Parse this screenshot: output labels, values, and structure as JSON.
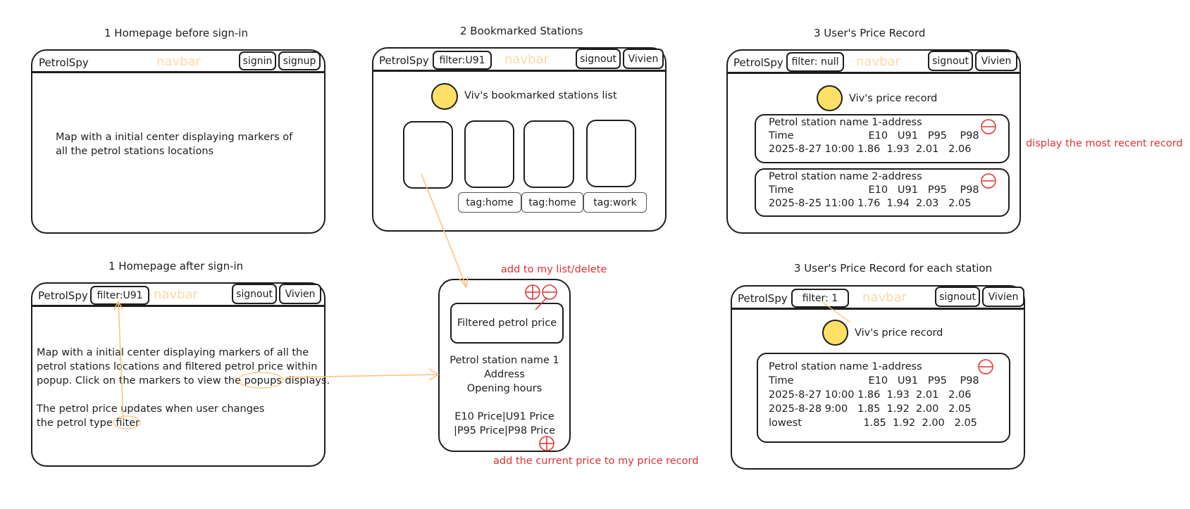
{
  "common": {
    "logo": "PetrolSpy",
    "navbar_word": "navbar",
    "signin": "signin",
    "signup": "signup",
    "signout": "signout",
    "user": "Vivien"
  },
  "panel1": {
    "title": "1 Homepage before sign-in",
    "desc_line1": "Map with a initial center displaying markers of",
    "desc_line2": "all the petrol stations locations"
  },
  "panel2": {
    "title": "2 Bookmarked Stations",
    "filter": "filter:U91",
    "heading": "Viv's bookmarked stations list",
    "tags": [
      "tag:home",
      "tag:home",
      "tag:work"
    ]
  },
  "panel3": {
    "title": "3 User's Price Record",
    "filter": "filter: null",
    "heading": "Viv's price record",
    "records": [
      {
        "name": "Petrol station name 1-address",
        "header": "Time                       E10   U91   P95    P98",
        "row": "2025-8-27 10:00 1.86  1.93  2.01   2.06"
      },
      {
        "name": "Petrol station name 2-address",
        "header": "Time                       E10   U91   P95    P98",
        "row": "2025-8-25 11:00 1.76  1.94  2.03   2.05"
      }
    ],
    "note": "display the most recent record"
  },
  "panel4": {
    "title": "1 Homepage after sign-in",
    "filter": "filter:U91",
    "desc_lines": [
      "Map with a initial center displaying markers of all the",
      "petrol stations locations and filtered petrol price within",
      "popup. Click on the markers to view the popups displays.",
      "",
      "The petrol price updates when user changes",
      "the petrol type filter"
    ]
  },
  "popup": {
    "note_top": "add to my list/delete",
    "filtered": "Filtered petrol price",
    "lines": [
      "Petrol station name 1",
      "Address",
      "Opening hours",
      "",
      "E10 Price|U91 Price",
      "|P95 Price|P98 Price"
    ],
    "note_bottom": "add the current price to my price record"
  },
  "panel5": {
    "title": "3 User's Price Record for each station",
    "filter": "filter: 1",
    "heading": "Viv's price record",
    "record": {
      "name": "Petrol station name 1-address",
      "rows": [
        "Time                       E10   U91   P95    P98",
        "2025-8-27 10:00 1.86  1.93  2.01   2.06",
        "2025-8-28 9:00   1.85  1.92  2.00   2.05",
        "lowest                   1.85  1.92  2.00   2.05"
      ]
    }
  },
  "colors": {
    "accent_orange": "#ffc078",
    "annotation_red": "#e03131",
    "avatar_yellow": "#ffe066",
    "navbar_text": "#ffd8a8"
  },
  "icons": [
    "minus-circle-icon",
    "plus-circle-icon"
  ]
}
